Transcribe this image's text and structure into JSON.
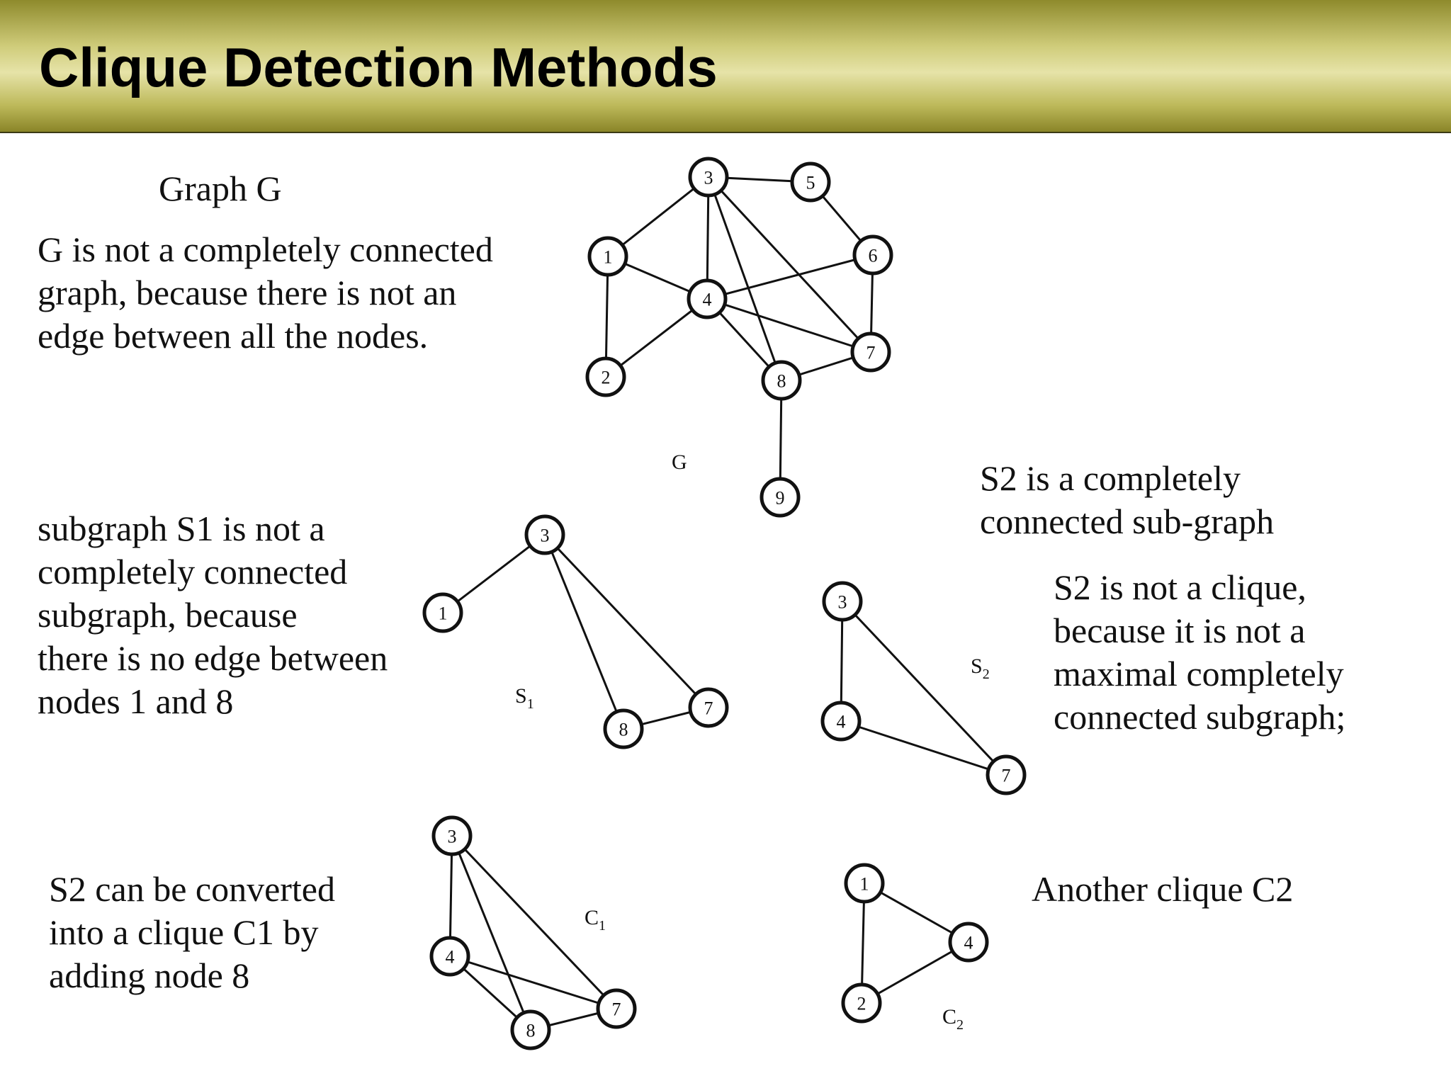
{
  "title": "Clique Detection Methods",
  "texts": {
    "graph_g_heading": "Graph G",
    "graph_g_desc": [
      "G is not a completely connected",
      "graph, because there is not an",
      "edge between all the nodes."
    ],
    "s1_desc": [
      "subgraph S1 is not a",
      "completely connected",
      "subgraph, because",
      "there is no edge between",
      "nodes 1 and 8"
    ],
    "s2_connected": [
      "S2 is a completely",
      "connected sub-graph"
    ],
    "s2_not_clique": [
      "S2 is not a clique,",
      "because it is not a",
      "maximal completely",
      "connected subgraph;"
    ],
    "c1_desc": [
      "S2 can be converted",
      "into a clique C1 by",
      "adding node 8"
    ],
    "c2_desc": [
      "Another clique C2"
    ]
  },
  "graphs": [
    {
      "id": "G",
      "label": "G",
      "label_sub": "",
      "nodes": [
        "1",
        "2",
        "3",
        "4",
        "5",
        "6",
        "7",
        "8",
        "9"
      ],
      "edges": [
        [
          "1",
          "3"
        ],
        [
          "1",
          "4"
        ],
        [
          "1",
          "2"
        ],
        [
          "2",
          "4"
        ],
        [
          "3",
          "5"
        ],
        [
          "3",
          "4"
        ],
        [
          "3",
          "8"
        ],
        [
          "3",
          "7"
        ],
        [
          "5",
          "6"
        ],
        [
          "6",
          "7"
        ],
        [
          "4",
          "6"
        ],
        [
          "4",
          "8"
        ],
        [
          "4",
          "7"
        ],
        [
          "7",
          "8"
        ],
        [
          "8",
          "9"
        ]
      ]
    },
    {
      "id": "S1",
      "label": "S",
      "label_sub": "1",
      "nodes": [
        "1",
        "3",
        "7",
        "8"
      ],
      "edges": [
        [
          "1",
          "3"
        ],
        [
          "3",
          "8"
        ],
        [
          "3",
          "7"
        ],
        [
          "8",
          "7"
        ]
      ]
    },
    {
      "id": "S2",
      "label": "S",
      "label_sub": "2",
      "nodes": [
        "3",
        "4",
        "7"
      ],
      "edges": [
        [
          "3",
          "4"
        ],
        [
          "3",
          "7"
        ],
        [
          "4",
          "7"
        ]
      ]
    },
    {
      "id": "C1",
      "label": "C",
      "label_sub": "1",
      "nodes": [
        "3",
        "4",
        "7",
        "8"
      ],
      "edges": [
        [
          "3",
          "4"
        ],
        [
          "3",
          "8"
        ],
        [
          "3",
          "7"
        ],
        [
          "4",
          "8"
        ],
        [
          "4",
          "7"
        ],
        [
          "8",
          "7"
        ]
      ]
    },
    {
      "id": "C2",
      "label": "C",
      "label_sub": "2",
      "nodes": [
        "1",
        "2",
        "4"
      ],
      "edges": [
        [
          "1",
          "4"
        ],
        [
          "1",
          "2"
        ],
        [
          "2",
          "4"
        ]
      ]
    }
  ]
}
